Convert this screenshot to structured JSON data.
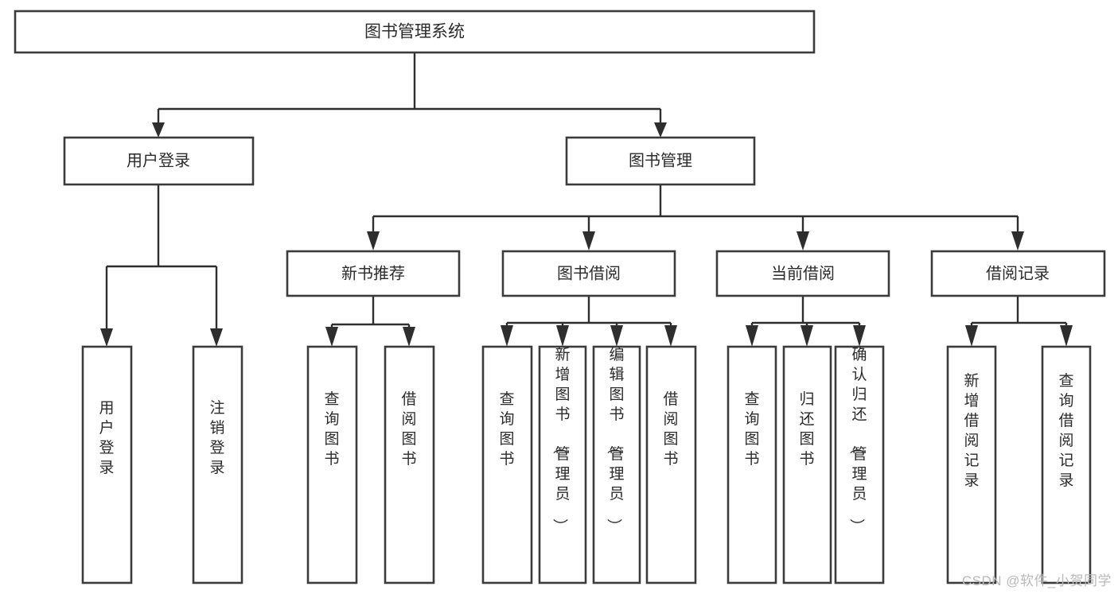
{
  "diagram": {
    "title": "图书管理系统",
    "type": "tree-hierarchy-chart",
    "root": {
      "label": "图书管理系统"
    },
    "level1": [
      {
        "label": "用户登录"
      },
      {
        "label": "图书管理"
      }
    ],
    "level2": [
      {
        "label": "新书推荐",
        "parent": "图书管理"
      },
      {
        "label": "图书借阅",
        "parent": "图书管理"
      },
      {
        "label": "当前借阅",
        "parent": "图书管理"
      },
      {
        "label": "借阅记录",
        "parent": "图书管理"
      }
    ],
    "leaves": {
      "user_login": [
        {
          "label": "用户登录"
        },
        {
          "label": "注销登录"
        }
      ],
      "new_book_recommend": [
        {
          "label": "查询图书"
        },
        {
          "label": "借阅图书"
        }
      ],
      "book_borrow": [
        {
          "label": "查询图书"
        },
        {
          "label": "新增图书（管理员）"
        },
        {
          "label": "编辑图书（管理员）"
        },
        {
          "label": "借阅图书"
        }
      ],
      "current_borrow": [
        {
          "label": "查询图书"
        },
        {
          "label": "归还图书"
        },
        {
          "label": "确认归还（管理员）"
        }
      ],
      "borrow_record": [
        {
          "label": "新增借阅记录"
        },
        {
          "label": "查询借阅记录"
        }
      ]
    }
  },
  "watermark": {
    "text": "CSDN @软件_小贺同学"
  },
  "colors": {
    "background": "#ffffff",
    "box_stroke": "#3b3b3b",
    "connector": "#2e2e2e",
    "label_text": "#2b2b2b",
    "watermark_text": "#b9b9b9"
  }
}
